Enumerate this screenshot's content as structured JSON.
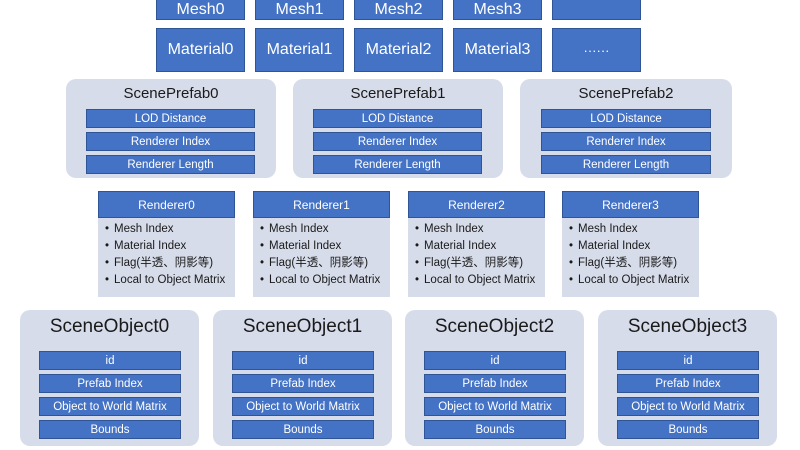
{
  "meshes": [
    "Mesh0",
    "Mesh1",
    "Mesh2",
    "Mesh3",
    ""
  ],
  "materials": [
    "Material0",
    "Material1",
    "Material2",
    "Material3",
    "······"
  ],
  "scene_prefabs": [
    {
      "title": "ScenePrefab0",
      "fields": [
        "LOD Distance",
        "Renderer Index",
        "Renderer Length"
      ]
    },
    {
      "title": "ScenePrefab1",
      "fields": [
        "LOD Distance",
        "Renderer Index",
        "Renderer Length"
      ]
    },
    {
      "title": "ScenePrefab2",
      "fields": [
        "LOD Distance",
        "Renderer Index",
        "Renderer Length"
      ]
    }
  ],
  "renderers": [
    {
      "title": "Renderer0",
      "items": [
        "Mesh Index",
        "Material Index",
        "Flag(半透、阴影等)",
        "Local to Object Matrix"
      ]
    },
    {
      "title": "Renderer1",
      "items": [
        "Mesh Index",
        "Material Index",
        "Flag(半透、阴影等)",
        "Local to Object Matrix"
      ]
    },
    {
      "title": "Renderer2",
      "items": [
        "Mesh Index",
        "Material Index",
        "Flag(半透、阴影等)",
        "Local to Object Matrix"
      ]
    },
    {
      "title": "Renderer3",
      "items": [
        "Mesh Index",
        "Material Index",
        "Flag(半透、阴影等)",
        "Local to Object Matrix"
      ]
    }
  ],
  "scene_objects": [
    {
      "title": "SceneObject0",
      "fields": [
        "id",
        "Prefab Index",
        "Object to World Matrix",
        "Bounds"
      ]
    },
    {
      "title": "SceneObject1",
      "fields": [
        "id",
        "Prefab Index",
        "Object to World Matrix",
        "Bounds"
      ]
    },
    {
      "title": "SceneObject2",
      "fields": [
        "id",
        "Prefab Index",
        "Object to World Matrix",
        "Bounds"
      ]
    },
    {
      "title": "SceneObject3",
      "fields": [
        "id",
        "Prefab Index",
        "Object to World Matrix",
        "Bounds"
      ]
    }
  ],
  "colors": {
    "box_blue": "#4472c4",
    "panel_grey": "#d6dcea",
    "text_dark": "#1a1a1a"
  }
}
